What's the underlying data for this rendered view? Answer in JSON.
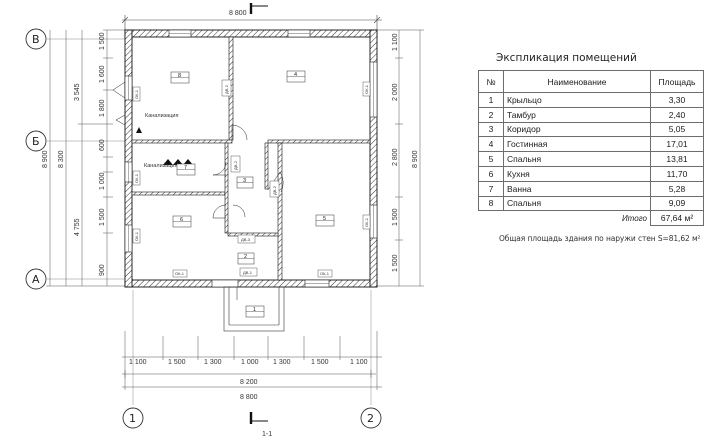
{
  "plan": {
    "top_dims": {
      "overall": "8 800"
    },
    "bottom_dims": {
      "segments": [
        "1 100",
        "1 500",
        "1 300",
        "1 000",
        "1 300",
        "1 500",
        "1 100"
      ],
      "inner_total": "8 200",
      "overall": "8 800"
    },
    "left_dims": {
      "col1": [
        "1 500",
        "1 600",
        "1 800",
        "600",
        "1 000",
        "1 500",
        "900"
      ],
      "col2": [
        "3 545",
        "4 755"
      ],
      "col3": "8 300",
      "col4": "8 900"
    },
    "right_dims": {
      "col1": [
        "1 100",
        "2 000",
        "2 800",
        "1 500",
        "1 500"
      ],
      "col2": "8 900"
    },
    "axes": {
      "rows": [
        "В",
        "Б",
        "А"
      ],
      "cols": [
        "1",
        "2"
      ]
    },
    "section_mark": "1-1",
    "annotations": {
      "sewer_upper": "Канализация",
      "sewer_lower": "Канализация"
    },
    "room_numbers": [
      "1",
      "2",
      "3",
      "4",
      "5",
      "6",
      "7",
      "8"
    ],
    "door_tags": [
      "ДВ-1",
      "ДВ-2",
      "ДВ-3"
    ],
    "window_tags": [
      "ОК-1"
    ]
  },
  "legend": {
    "title": "Экспликация помещений",
    "headers": {
      "num": "№",
      "name": "Наименование",
      "area": "Площадь"
    },
    "rows": [
      {
        "num": "1",
        "name": "Крыльцо",
        "area": "3,30"
      },
      {
        "num": "2",
        "name": "Тамбур",
        "area": "2,40"
      },
      {
        "num": "3",
        "name": "Коридор",
        "area": "5,05"
      },
      {
        "num": "4",
        "name": "Гостинная",
        "area": "17,01"
      },
      {
        "num": "5",
        "name": "Спальня",
        "area": "13,81"
      },
      {
        "num": "6",
        "name": "Кухня",
        "area": "11,70"
      },
      {
        "num": "7",
        "name": "Ванна",
        "area": "5,28"
      },
      {
        "num": "8",
        "name": "Спальня",
        "area": "9,09"
      }
    ],
    "total_label": "Итого",
    "total_value": "67,64 м²",
    "note": "Общая площадь здания по наружи стен   S=81,62 м²"
  }
}
